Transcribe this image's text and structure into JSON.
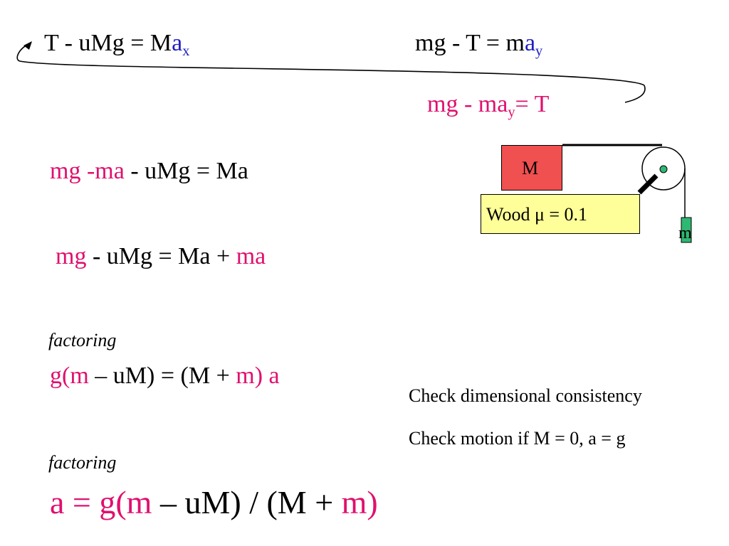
{
  "equations": {
    "eq1": {
      "lhs": "T - uMg = M",
      "var": "a",
      "sub": "x"
    },
    "eq2": {
      "lhs": "mg - T  = m",
      "var": "a",
      "sub": "y"
    },
    "eq3": {
      "lhs": "mg - ma",
      "sub": "y",
      "rhs": "= T"
    },
    "eq4": {
      "pink": "mg -ma",
      "rest": " - uMg = Ma"
    },
    "eq5": {
      "pink1": "mg",
      "mid": " - uMg = Ma + ",
      "pink2": "ma"
    },
    "factoring1": "factoring",
    "eq6": {
      "p1": "g(m",
      "b1": " – uM) = (M + ",
      "p2": "m)",
      "b2": " ",
      "p3": "a"
    },
    "factoring2": "factoring",
    "eq7": {
      "p1": "a = g(m",
      "b1": " – uM) / (M + ",
      "p2": "m)"
    }
  },
  "checks": {
    "c1": "Check dimensional consistency",
    "c2": "Check motion  if M = 0, a = g"
  },
  "diagram": {
    "block_M": "M",
    "surface": "Wood   μ = 0.1",
    "hanging_m": "m"
  },
  "colors": {
    "accent_pink": "#e0106e",
    "accent_blue": "#2020c0",
    "block_red": "#f05050",
    "surface_yellow": "#ffff99",
    "mass_green": "#2fb872"
  }
}
